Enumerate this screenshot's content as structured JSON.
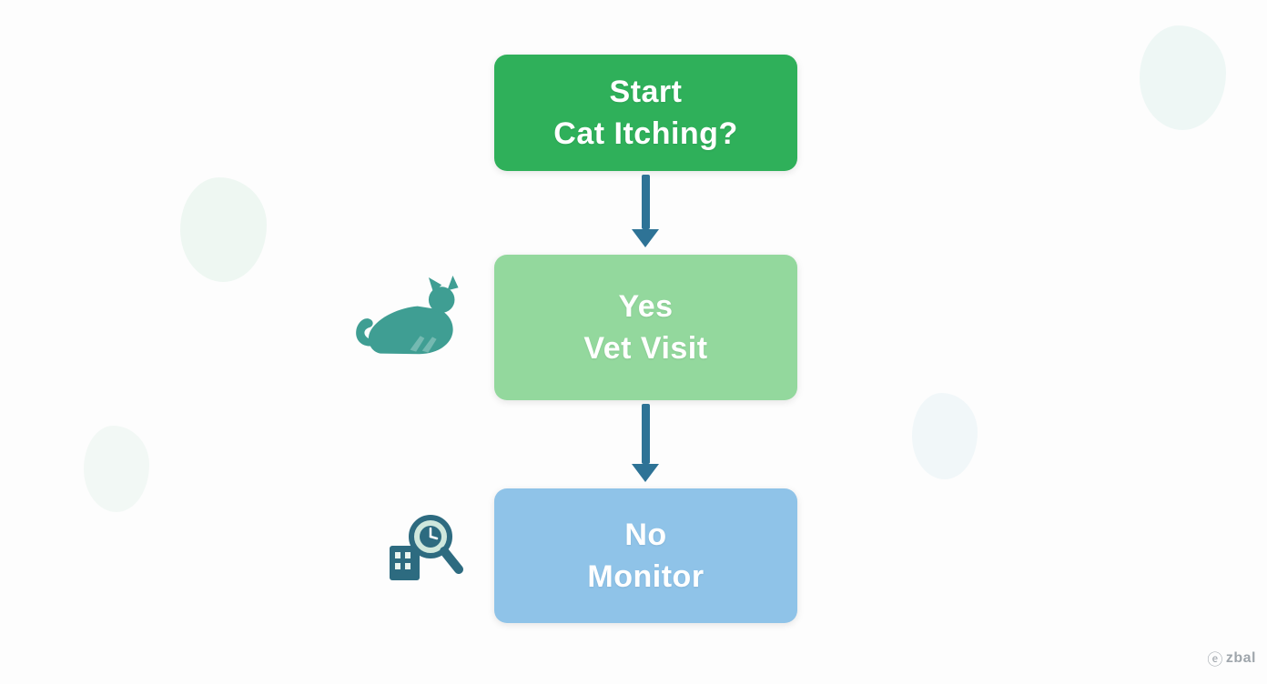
{
  "diagram": {
    "type": "flowchart",
    "nodes": [
      {
        "id": "start",
        "line1": "Start",
        "line2": "Cat Itching?",
        "color": "#2fb05a"
      },
      {
        "id": "yes",
        "line1": "Yes",
        "line2": "Vet Visit",
        "color": "#93d89d"
      },
      {
        "id": "no",
        "line1": "No",
        "line2": "Monitor",
        "color": "#8fc3e8"
      }
    ],
    "edges": [
      {
        "from": "start",
        "to": "yes"
      },
      {
        "from": "yes",
        "to": "no"
      }
    ],
    "arrow_color": "#2e7396",
    "icons": [
      {
        "name": "cat-icon",
        "color": "#3f9e93"
      },
      {
        "name": "magnifier-building-icon",
        "color": "#2d6b80"
      }
    ]
  },
  "watermark": {
    "icon_char": "ⓔ",
    "text": "zbal"
  }
}
